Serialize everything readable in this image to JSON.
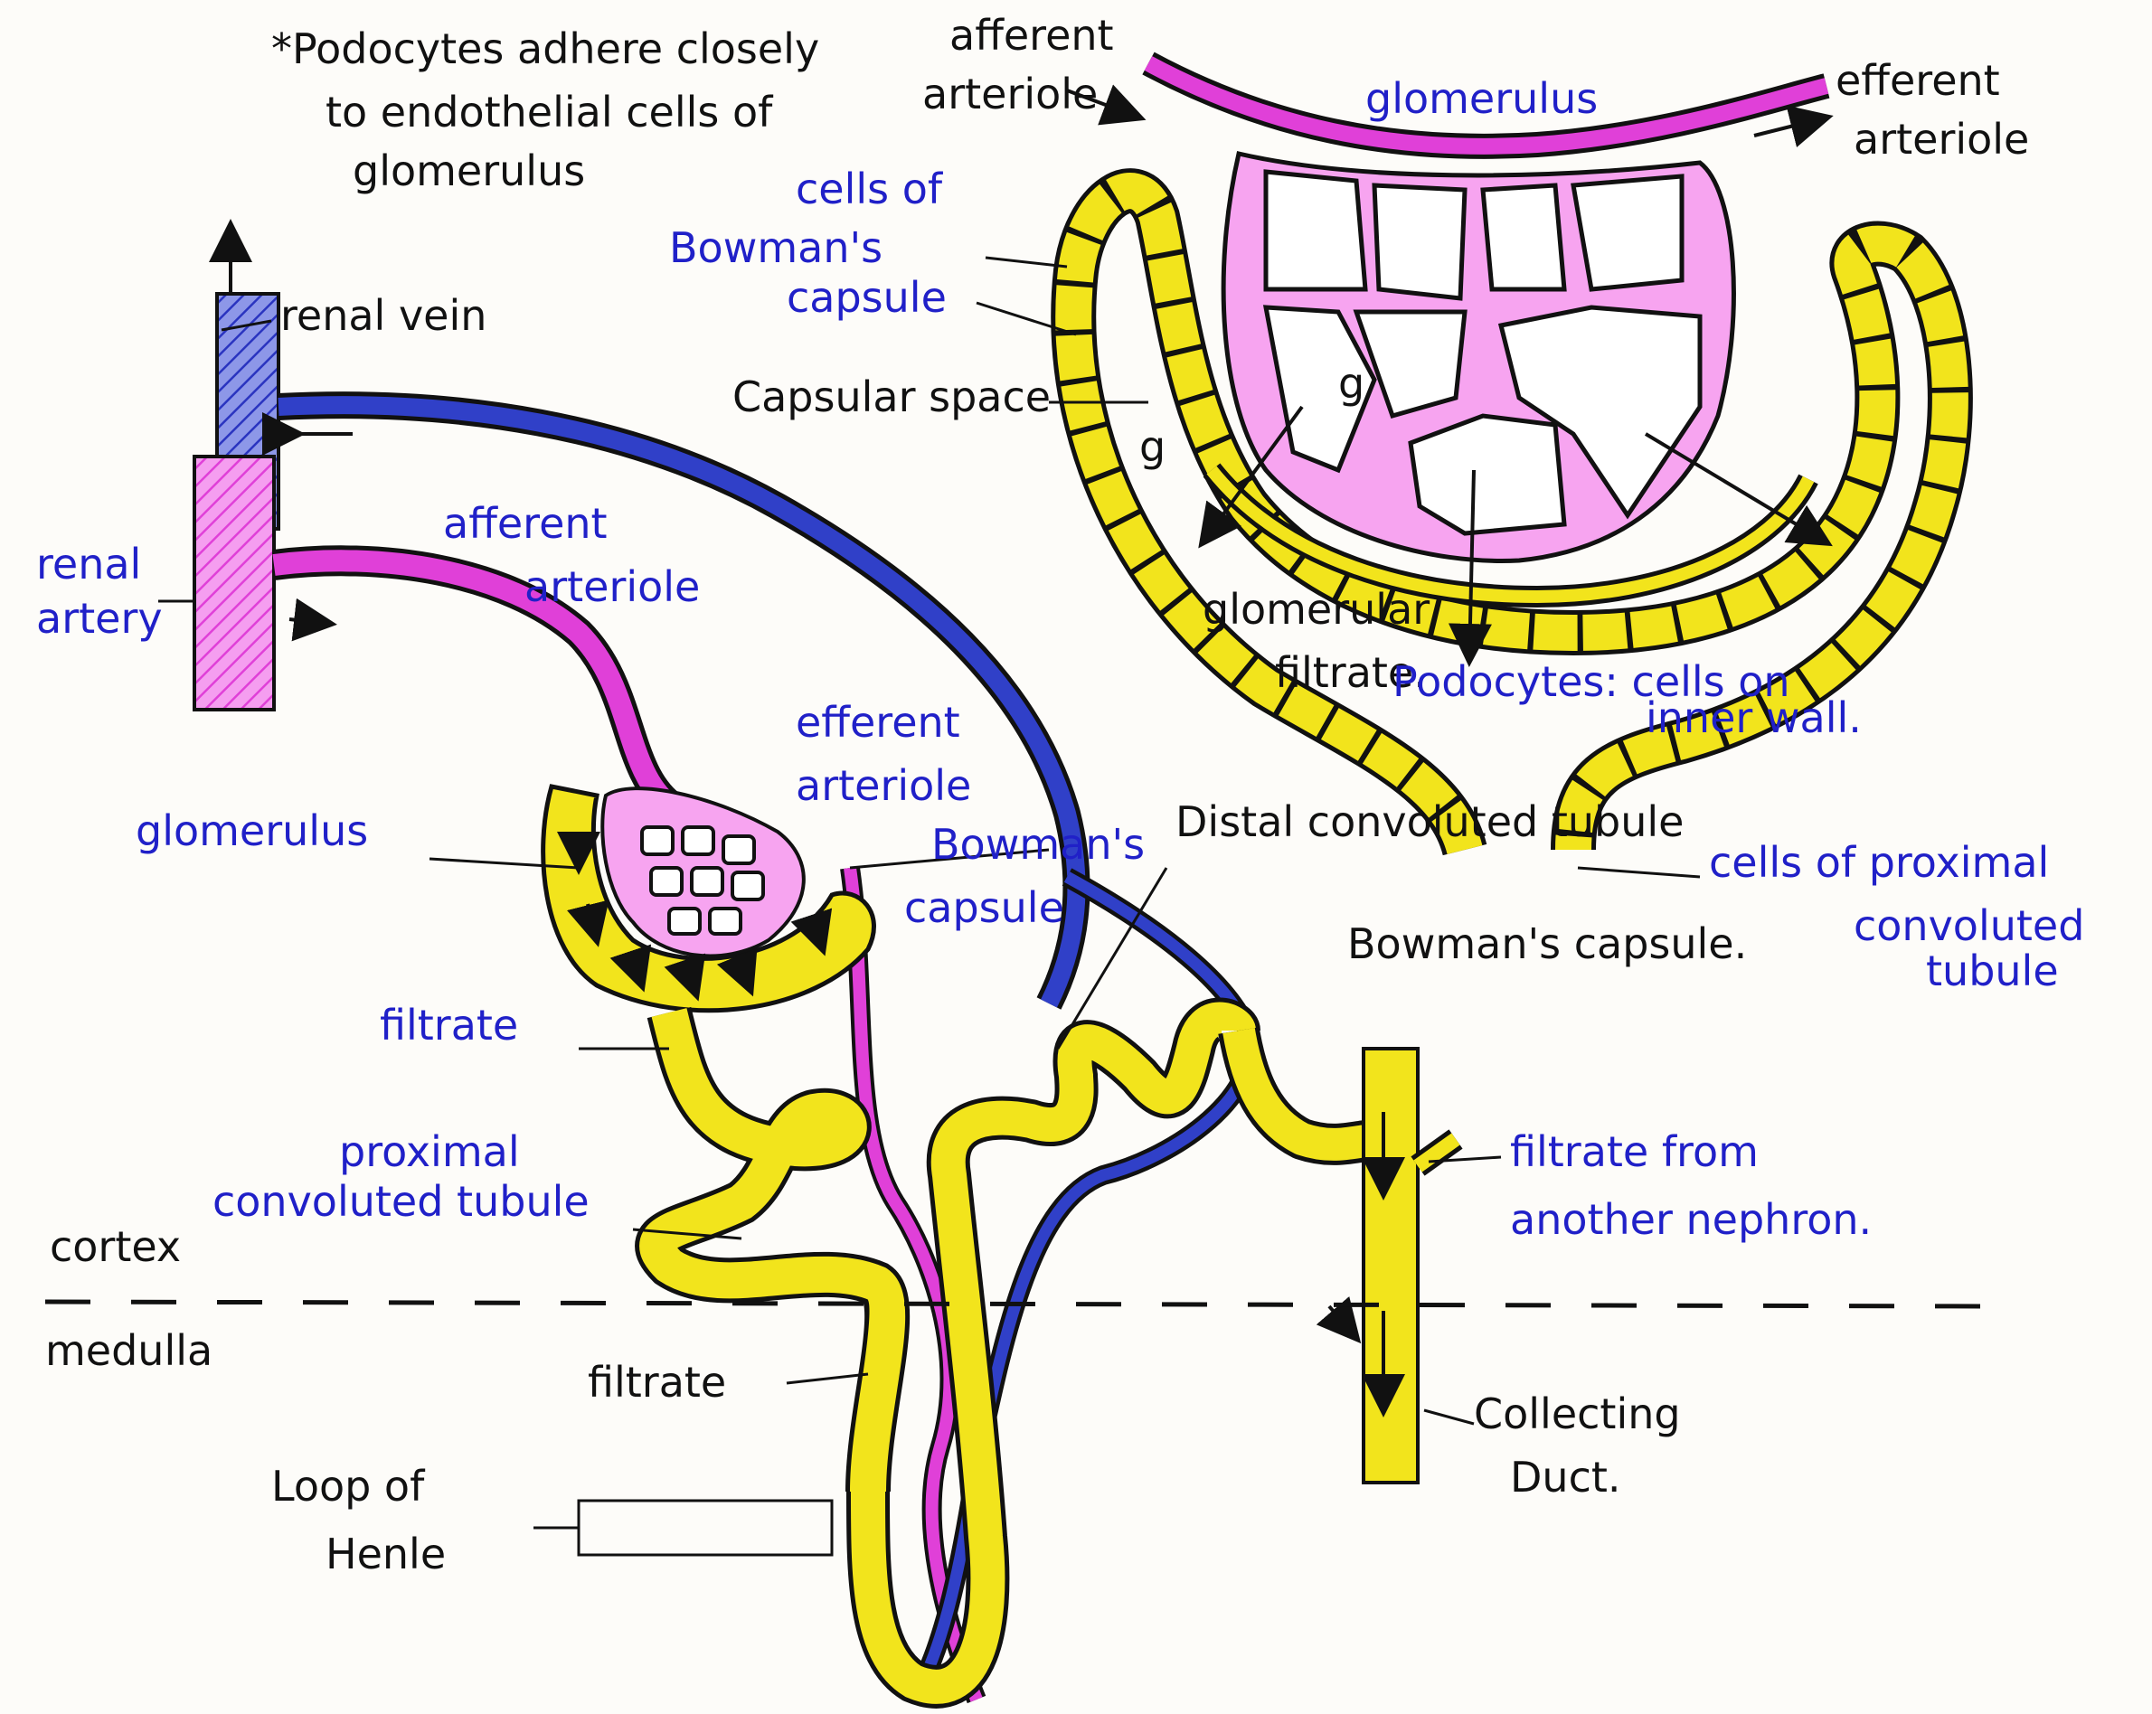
{
  "notes": {
    "podocyte_note": [
      "*Podocytes adhere closely",
      "to endothelial cells of",
      "glomerulus"
    ]
  },
  "labels": {
    "renal_vein": "renal vein",
    "renal_artery": [
      "renal",
      "artery"
    ],
    "afferent_arteriole_main": [
      "afferent",
      "arteriole"
    ],
    "efferent_arteriole_main": [
      "efferent",
      "arteriole"
    ],
    "glomerulus_main": "glomerulus",
    "bowmans_capsule_main": [
      "Bowman's",
      "capsule"
    ],
    "filtrate_top": "filtrate",
    "proximal_tubule": [
      "proximal",
      "convoluted tubule"
    ],
    "distal_tubule": "Distal convoluted tubule",
    "filtrate_from_another": [
      "filtrate from",
      "another nephron."
    ],
    "collecting_duct": [
      "Collecting",
      "Duct."
    ],
    "filtrate_bottom": "filtrate",
    "loop_of_henle": [
      "Loop of",
      "Henle"
    ],
    "cortex": "cortex",
    "medulla": "medulla"
  },
  "inset": {
    "afferent_arteriole": [
      "afferent",
      "arteriole"
    ],
    "glomerulus": "glomerulus",
    "efferent_arteriole": [
      "efferent",
      "arteriole"
    ],
    "cells_of_bowmans_capsule": [
      "cells of",
      "Bowman's",
      "capsule"
    ],
    "capsular_space": "Capsular space",
    "glomerular_filtrate": [
      "glomerular",
      "filtrate."
    ],
    "podocytes": [
      "Podocytes: cells on",
      "inner wall."
    ],
    "cells_of_proximal": [
      "cells of proximal",
      "convoluted",
      "tubule"
    ],
    "title": "Bowman's capsule.",
    "g_marks": [
      "g",
      "g"
    ]
  },
  "colors": {
    "artery_pink": "#e040d8",
    "vein_blue": "#3040c8",
    "tubule_yellow": "#f2e41c",
    "ink": "#111111",
    "label_blue": "#2020c8"
  }
}
